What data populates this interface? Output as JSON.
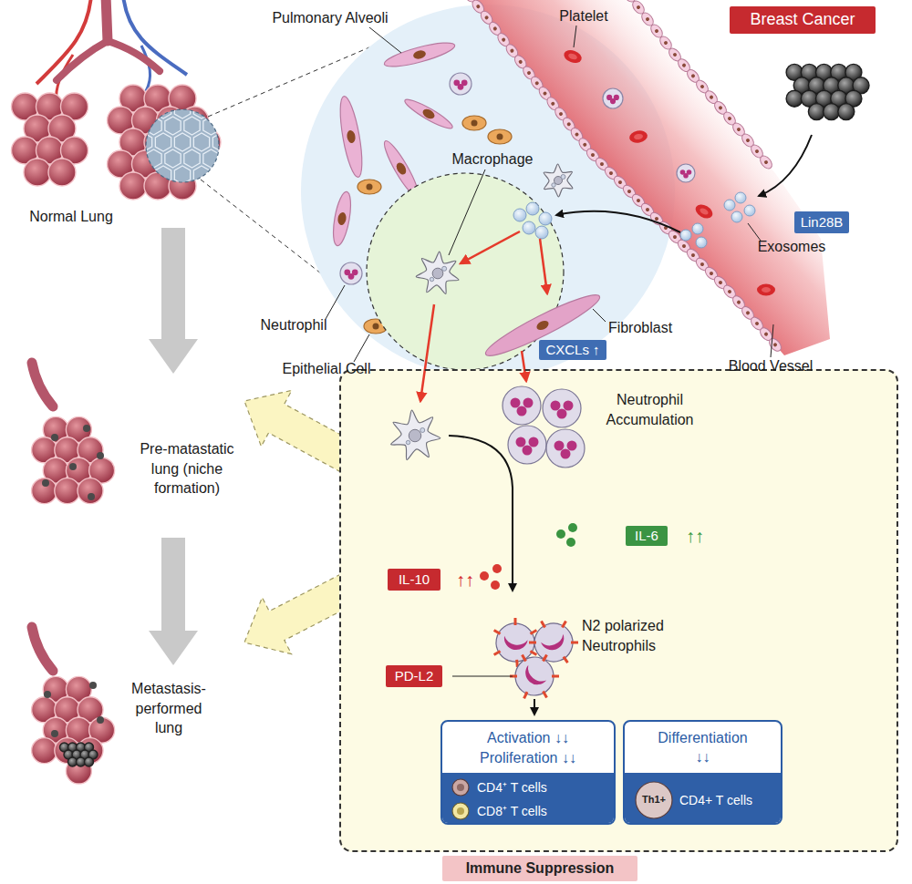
{
  "diagram": {
    "nodes": [
      {
        "text": [
          "Breast Cancer"
        ]
      },
      {
        "text": [
          "Lin28B"
        ]
      },
      {
        "text": [
          "CXCLs ↑"
        ]
      },
      {
        "text": [
          "Neutrophil Accumulation",
          "N2 polarized Neutrophils"
        ]
      },
      {
        "text": [
          "IL-6"
        ],
        "in": 3
      },
      {
        "text": [
          "IL-10"
        ],
        "in": 3
      },
      {
        "text": [
          "PD-L2"
        ],
        "in": 3
      },
      {
        "text": [
          "Activation ↓↓",
          "Proliferation ↓↓",
          "CD4⁺ T cells",
          "CD8⁺ T cells"
        ],
        "in": 3
      },
      {
        "text": [
          "Differentiation ↓↓",
          "Th1+",
          "CD4+ T cells"
        ],
        "in": 3
      },
      {
        "text": [
          "Immune Suppression"
        ]
      }
    ],
    "labels": [
      "Normal Lung",
      "Pulmonary Alveoli",
      "Platelet",
      "Macrophage",
      "Exosomes",
      "Neutrophil",
      "Epithelial Cell",
      "Fibroblast",
      "Blood Vessel",
      "Pre-matastatic lung (niche formation)",
      "↑↑",
      "↑↑",
      "Metastasis-performed lung"
    ]
  }
}
